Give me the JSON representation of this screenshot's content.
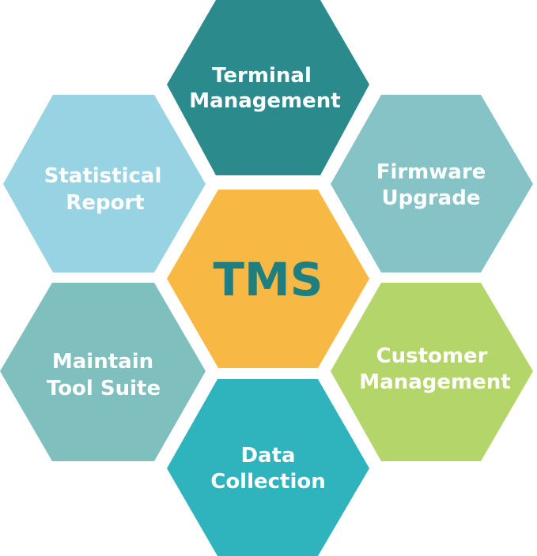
{
  "diagram": {
    "center": {
      "label": "TMS",
      "fill": "#f7b944",
      "text_color": "#1f7f80"
    },
    "modules": [
      {
        "id": "terminal-management",
        "lines": [
          "Terminal",
          "Management"
        ],
        "fill": "#2b8a8b"
      },
      {
        "id": "firmware-upgrade",
        "lines": [
          "Firmware",
          "Upgrade"
        ],
        "fill": "#86c3c6"
      },
      {
        "id": "customer-management",
        "lines": [
          "Customer",
          "Management"
        ],
        "fill": "#b3d56a"
      },
      {
        "id": "data-collection",
        "lines": [
          "Data",
          "Collection"
        ],
        "fill": "#2fb3bd"
      },
      {
        "id": "maintain-tool-suite",
        "lines": [
          "Maintain",
          "Tool Suite"
        ],
        "fill": "#7fbfbe"
      },
      {
        "id": "statistical-report",
        "lines": [
          "Statistical",
          "Report"
        ],
        "fill": "#97d3e2"
      }
    ]
  }
}
